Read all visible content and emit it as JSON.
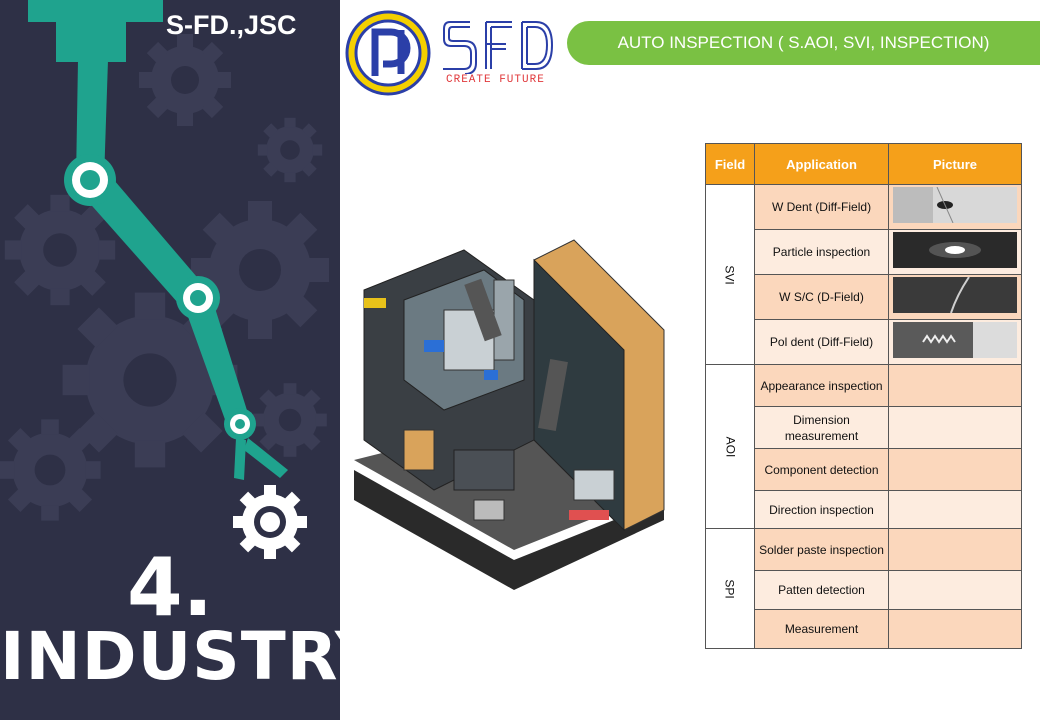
{
  "brand": {
    "name": "S-FD.,JSC"
  },
  "section": {
    "number": "4.",
    "title": "INDUSTRY"
  },
  "logo": {
    "text": "SFD",
    "tagline": "CREATE FUTURE"
  },
  "header": {
    "title": "AUTO INSPECTION ( S.AOI, SVI, INSPECTION)"
  },
  "table": {
    "headers": [
      "Field",
      "Application",
      "Picture"
    ],
    "groups": [
      {
        "field": "SVI",
        "rows": [
          {
            "application": "W Dent (Diff-Field)",
            "has_picture": true
          },
          {
            "application": "Particle inspection",
            "has_picture": true
          },
          {
            "application": "W S/C (D-Field)",
            "has_picture": true
          },
          {
            "application": "Pol dent (Diff-Field)",
            "has_picture": true
          }
        ]
      },
      {
        "field": "AOI",
        "rows": [
          {
            "application": "Appearance inspection",
            "has_picture": false
          },
          {
            "application": "Dimension measurement",
            "has_picture": false
          },
          {
            "application": "Component detection",
            "has_picture": false
          },
          {
            "application": "Direction inspection",
            "has_picture": false
          }
        ]
      },
      {
        "field": "SPI",
        "rows": [
          {
            "application": "Solder paste inspection",
            "has_picture": false
          },
          {
            "application": "Patten detection",
            "has_picture": false
          },
          {
            "application": "Measurement",
            "has_picture": false
          }
        ]
      }
    ]
  },
  "colors": {
    "left_panel": "#2e3046",
    "robot_arm": "#1fa38e",
    "header_pill": "#7ac143",
    "table_header": "#f5a01a",
    "row_dark": "#fbd7bc",
    "row_light": "#fdecdf",
    "logo_blue": "#2b3fa8",
    "logo_yellow": "#f4d000",
    "tagline_red": "#e0383b"
  },
  "icons": [
    "gear-icon",
    "robot-arm-illustration",
    "machine-illustration",
    "logo-mark-icon"
  ]
}
